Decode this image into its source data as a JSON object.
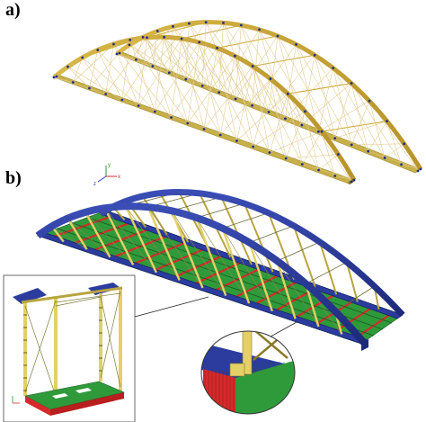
{
  "panels": {
    "a": {
      "label": "a)"
    },
    "b": {
      "label": "b)"
    }
  },
  "axes_triad": {
    "x": "x",
    "y": "y",
    "z": "z"
  },
  "colors": {
    "wire_model": "#e6c27a",
    "arch_chord_a": "#c9a62a",
    "node": "#1c2f8f",
    "arch_b": "#2b3c9e",
    "hanger_b": "#e3d067",
    "deck_green": "#2f9a3a",
    "deck_red": "#d62a2a",
    "lateral_bracing": "#7a7a2a"
  },
  "icons": [
    "coordinate-axes-icon"
  ]
}
